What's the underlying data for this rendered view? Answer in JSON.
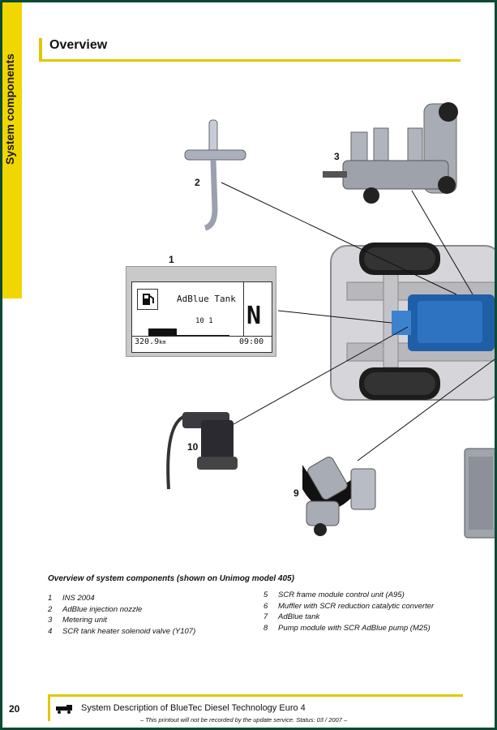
{
  "side_tab": "System components",
  "title": "Overview",
  "callouts": {
    "c1": "1",
    "c2": "2",
    "c3": "3",
    "c9": "9",
    "c10": "10"
  },
  "lcd": {
    "title": "AdBlue Tank",
    "value": "10 1",
    "gear": "N",
    "odometer": "320.9",
    "odometer_unit": "km",
    "time": "09:00",
    "fill_level": 0.35
  },
  "caption": "Overview of system components (shown on Unimog model 405)",
  "legend_left": [
    {
      "num": "1",
      "text": "INS 2004"
    },
    {
      "num": "2",
      "text": "AdBlue injection nozzle"
    },
    {
      "num": "3",
      "text": "Metering unit"
    },
    {
      "num": "4",
      "text": "SCR tank heater solenoid valve (Y107)"
    }
  ],
  "legend_right": [
    {
      "num": "5",
      "text": "SCR frame module control unit (A95)"
    },
    {
      "num": "6",
      "text": "Muffler with SCR reduction catalytic converter"
    },
    {
      "num": "7",
      "text": "AdBlue tank"
    },
    {
      "num": "8",
      "text": "Pump module with SCR AdBlue pump (M25)"
    }
  ],
  "footer": {
    "page_number": "20",
    "title": "System Description of BlueTec Diesel Technology Euro 4",
    "note": "– This printout will not be recorded by the update service.  Status: 03 / 2007 –"
  },
  "colors": {
    "accent": "#f2d600",
    "engine_blue": "#1f5fa8",
    "frame_grey": "#b8b8bc"
  }
}
